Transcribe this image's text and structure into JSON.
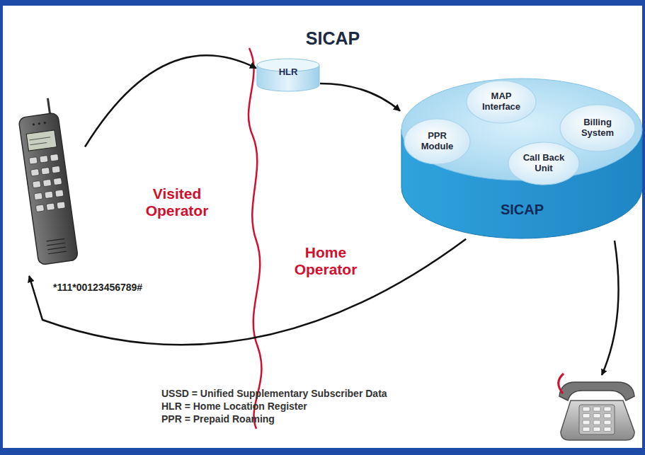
{
  "diagram": {
    "title": "SICAP",
    "nodes": [
      {
        "text": [
          "*111*00123456789#"
        ]
      },
      {
        "text": [
          "HLR"
        ]
      },
      {
        "text": [
          "SICAP"
        ]
      },
      {
        "text": [
          "MAP Interface"
        ],
        "in": 2
      },
      {
        "text": [
          "PPR Module"
        ],
        "in": 2
      },
      {
        "text": [
          "Billing System"
        ],
        "in": 2
      },
      {
        "text": [
          "Call Back Unit"
        ],
        "in": 2
      }
    ],
    "edges": [
      {
        "from": 0,
        "to": 1,
        "arrow": "to"
      },
      {
        "from": 1,
        "to": 2,
        "arrow": "to"
      },
      {
        "from": 2,
        "to": 0,
        "arrow": "to"
      }
    ],
    "labels": [
      "Visited Operator",
      "Home Operator",
      "USSD = Unified Supplementary Subscriber Data",
      "HLR = Home Location Register",
      "PPR = Prepaid Roaming"
    ]
  }
}
